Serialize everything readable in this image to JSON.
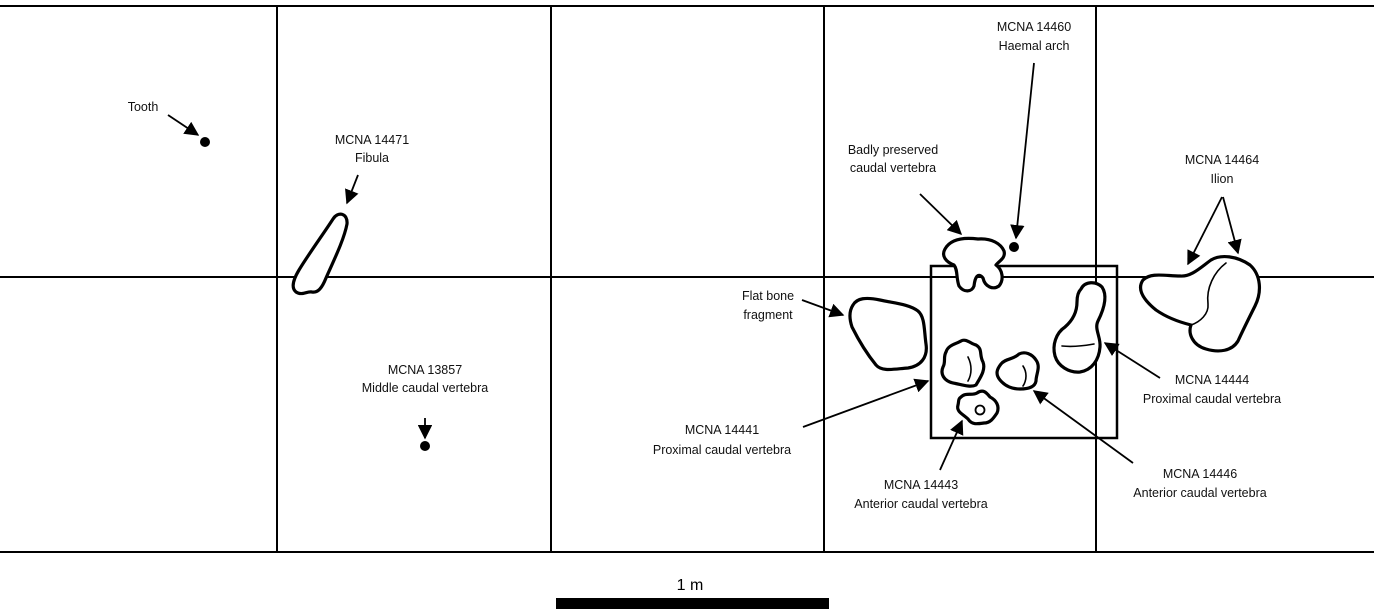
{
  "labels": {
    "tooth": "Tooth",
    "fibula_id": "MCNA 14471",
    "fibula_name": "Fibula",
    "mid_caudal_id": "MCNA 13857",
    "mid_caudal_name": "Middle caudal vertebra",
    "badly_line1": "Badly preserved",
    "badly_line2": "caudal vertebra",
    "haemal_id": "MCNA 14460",
    "haemal_name": "Haemal arch",
    "ilion_id": "MCNA 14464",
    "ilion_name": "Ilion",
    "flat_line1": "Flat bone",
    "flat_line2": "fragment",
    "prox41_id": "MCNA 14441",
    "prox41_name": "Proximal caudal vertebra",
    "ant43_id": "MCNA 14443",
    "ant43_name": "Anterior caudal vertebra",
    "ant46_id": "MCNA 14446",
    "ant46_name": "Anterior caudal vertebra",
    "prox44_id": "MCNA 14444",
    "prox44_name": "Proximal caudal vertebra"
  },
  "scale_bar": {
    "label": "1 m"
  }
}
